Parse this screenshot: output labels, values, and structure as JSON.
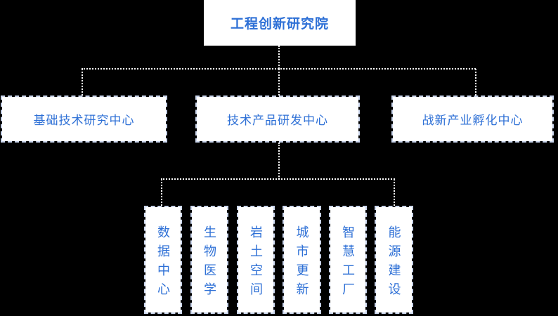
{
  "diagram": {
    "type": "org-chart",
    "root": {
      "label": "工程创新研究院"
    },
    "departments": [
      {
        "label": "基础技术研究中心"
      },
      {
        "label": "技术产品研发中心"
      },
      {
        "label": "战新产业孵化中心"
      }
    ],
    "sub_departments": [
      {
        "label": "数据中心"
      },
      {
        "label": "生物医学"
      },
      {
        "label": "岩土空间"
      },
      {
        "label": "城市更新"
      },
      {
        "label": "智慧工厂"
      },
      {
        "label": "能源建设"
      }
    ],
    "colors": {
      "background": "#000000",
      "node_fill": "#ffffff",
      "node_border_dash": "#ccd7ee",
      "text_blue": "#2e70d6",
      "connector": "#ffffff"
    }
  }
}
